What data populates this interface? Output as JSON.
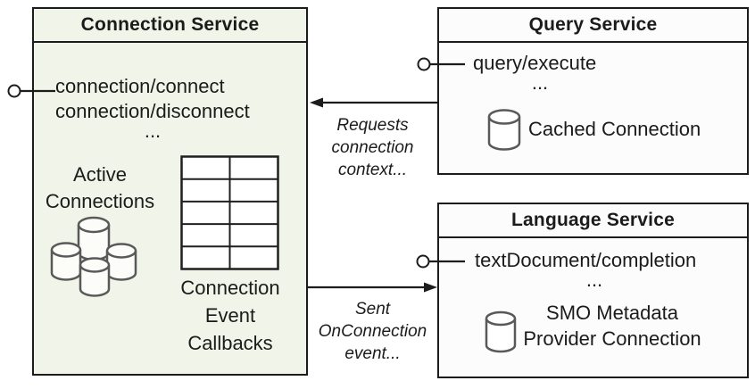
{
  "colors": {
    "connection_box_fill": "#f1f4e8",
    "service_box_fill": "#fcfcfc",
    "border": "#1c1c1c",
    "icon_stroke": "#595959",
    "text": "#1b1b1b"
  },
  "connection_service": {
    "title": "Connection Service",
    "methods": [
      "connection/connect",
      "connection/disconnect"
    ],
    "ellipsis": "...",
    "active_connections_label": "Active\nConnections",
    "callbacks_label": "Connection\nEvent\nCallbacks"
  },
  "query_service": {
    "title": "Query Service",
    "methods": [
      "query/execute"
    ],
    "ellipsis": "...",
    "cached_connection_label": "Cached Connection"
  },
  "language_service": {
    "title": "Language Service",
    "methods": [
      "textDocument/completion"
    ],
    "ellipsis": "...",
    "provider_label": "SMO Metadata\nProvider Connection"
  },
  "arrows": [
    {
      "label": "Requests\nconnection\ncontext...",
      "direction": "right-to-left"
    },
    {
      "label": "Sent\nOnConnection\nevent...",
      "direction": "left-to-right"
    }
  ]
}
